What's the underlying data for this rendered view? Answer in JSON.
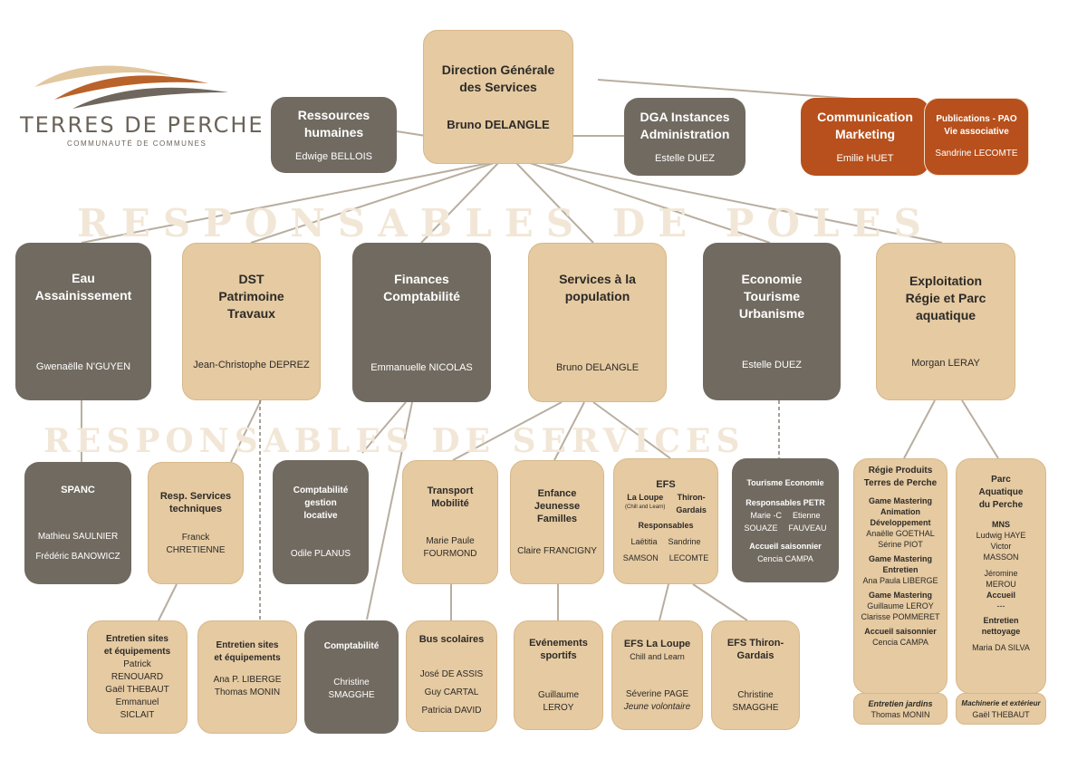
{
  "logo": {
    "title": "TERRES DE PERCHE",
    "subtitle": "COMMUNAUTÉ DE COMMUNES"
  },
  "watermarks": {
    "poles": "RESPONSABLES DE POLES",
    "services": "RESPONSABLES DE SERVICES"
  },
  "colors": {
    "dark": "#716a60",
    "light": "#e5caa2",
    "orange": "#b7501c"
  },
  "top": {
    "dgs": {
      "title_1": "Direction Générale",
      "title_2": "des Services",
      "name": "Bruno DELANGLE"
    },
    "rh": {
      "title_1": "Ressources",
      "title_2": "humaines",
      "name": "Edwige BELLOIS"
    },
    "dga": {
      "title_1": "DGA Instances",
      "title_2": "Administration",
      "name": "Estelle DUEZ"
    },
    "comm": {
      "title_1": "Communication",
      "title_2": "Marketing",
      "name": "Emilie HUET"
    },
    "pub": {
      "title_1": "Publications - PAO",
      "title_2": "Vie associative",
      "name": "Sandrine LECOMTE"
    }
  },
  "poles": {
    "eau": {
      "title_1": "Eau",
      "title_2": "Assainissement",
      "name": "Gwenaëlle N'GUYEN"
    },
    "dst": {
      "title_1": "DST",
      "title_2": "Patrimoine",
      "title_3": "Travaux",
      "name": "Jean-Christophe DEPREZ"
    },
    "fin": {
      "title_1": "Finances",
      "title_2": "Comptabilité",
      "name": "Emmanuelle NICOLAS"
    },
    "pop": {
      "title_1": "Services à la",
      "title_2": "population",
      "name": "Bruno DELANGLE"
    },
    "eco": {
      "title_1": "Economie",
      "title_2": "Tourisme",
      "title_3": "Urbanisme",
      "name": "Estelle DUEZ"
    },
    "exp": {
      "title_1": "Exploitation",
      "title_2": "Régie et Parc",
      "title_3": "aquatique",
      "name": "Morgan LERAY"
    }
  },
  "services": {
    "spanc": {
      "title": "SPANC",
      "name_1": "Mathieu SAULNIER",
      "name_2": "Frédéric BANOWICZ"
    },
    "resp": {
      "title_1": "Resp. Services",
      "title_2": "techniques",
      "name_1": "Franck",
      "name_2": "CHRETIENNE"
    },
    "compta_loc": {
      "title_1": "Comptabilité",
      "title_2": "gestion",
      "title_3": "locative",
      "name": "Odile PLANUS"
    },
    "transport": {
      "title_1": "Transport",
      "title_2": "Mobilité",
      "name_1": "Marie Paule",
      "name_2": "FOURMOND"
    },
    "enfance": {
      "title_1": "Enfance",
      "title_2": "Jeunesse",
      "title_3": "Familles",
      "name": "Claire FRANCIGNY"
    },
    "efs": {
      "title": "EFS",
      "left_1": "La Loupe",
      "left_2": "(Chill and Learn)",
      "right_1": "Thiron-",
      "right_2": "Gardais",
      "resp_label": "Responsables",
      "names_1a": "Laëtitia",
      "names_1b": "Sandrine",
      "names_2a": "SAMSON",
      "names_2b": "LECOMTE"
    },
    "tourisme": {
      "title": "Tourisme Economie",
      "resp_label": "Responsables PETR",
      "names_a": "Marie -C",
      "names_b": "Etienne",
      "names_c": "SOUAZE",
      "names_d": "FAUVEAU",
      "accueil": "Accueil saisonnier",
      "accueil_name": "Cencia CAMPA"
    },
    "regie": {
      "title_1": "Régie Produits",
      "title_2": "Terres de Perche",
      "g1_1": "Game Mastering",
      "g1_2": "Animation",
      "g1_3": "Développement",
      "g1_n1": "Anaëlle GOETHAL",
      "g1_n2": "Sérine PIOT",
      "g2_1": "Game Mastering",
      "g2_2": "Entretien",
      "g2_n1": "Ana Paula LIBERGE",
      "g3_1": "Game Mastering",
      "g3_n1": "Guillaume LEROY",
      "g3_n2": "Clarisse POMMERET",
      "g4_1": "Accueil saisonnier",
      "g4_n1": "Cencia CAMPA"
    },
    "parc": {
      "title_1": "Parc",
      "title_2": "Aquatique",
      "title_3": "du Perche",
      "mns": "MNS",
      "mns_n1": "Ludwig HAYE",
      "mns_n2": "Victor",
      "mns_n3": "MASSON",
      "acc_n1": "Jéromine",
      "acc_n2": "MEROU",
      "accueil": "Accueil",
      "dash": "---",
      "ent_1": "Entretien",
      "ent_2": "nettoyage",
      "ent_n1": "Maria DA SILVA"
    },
    "jardins": {
      "title": "Entretien jardins",
      "name": "Thomas MONIN"
    },
    "machinerie": {
      "title": "Machinerie et extérieur",
      "name": "Gaël THEBAUT"
    }
  },
  "teams": {
    "ent1": {
      "title_1": "Entretien sites",
      "title_2": "et équipements",
      "names": [
        "Patrick",
        "RENOUARD",
        "Gaël THEBAUT",
        "Emmanuel",
        "SICLAIT"
      ]
    },
    "ent2": {
      "title_1": "Entretien sites",
      "title_2": "et équipements",
      "names": [
        "Ana P. LIBERGE",
        "Thomas MONIN"
      ]
    },
    "compta": {
      "title": "Comptabilité",
      "name_1": "Christine",
      "name_2": "SMAGGHE"
    },
    "bus": {
      "title": "Bus scolaires",
      "names": [
        "José DE ASSIS",
        "Guy CARTAL",
        "Patricia DAVID"
      ]
    },
    "events": {
      "title_1": "Evénements",
      "title_2": "sportifs",
      "name_1": "Guillaume",
      "name_2": "LEROY"
    },
    "efs_loupe": {
      "title": "EFS La Loupe",
      "sub": "Chill and Learn",
      "name": "Séverine PAGE",
      "role": "Jeune volontaire"
    },
    "efs_thiron": {
      "title_1": "EFS Thiron-",
      "title_2": "Gardais",
      "name_1": "Christine",
      "name_2": "SMAGGHE"
    }
  }
}
